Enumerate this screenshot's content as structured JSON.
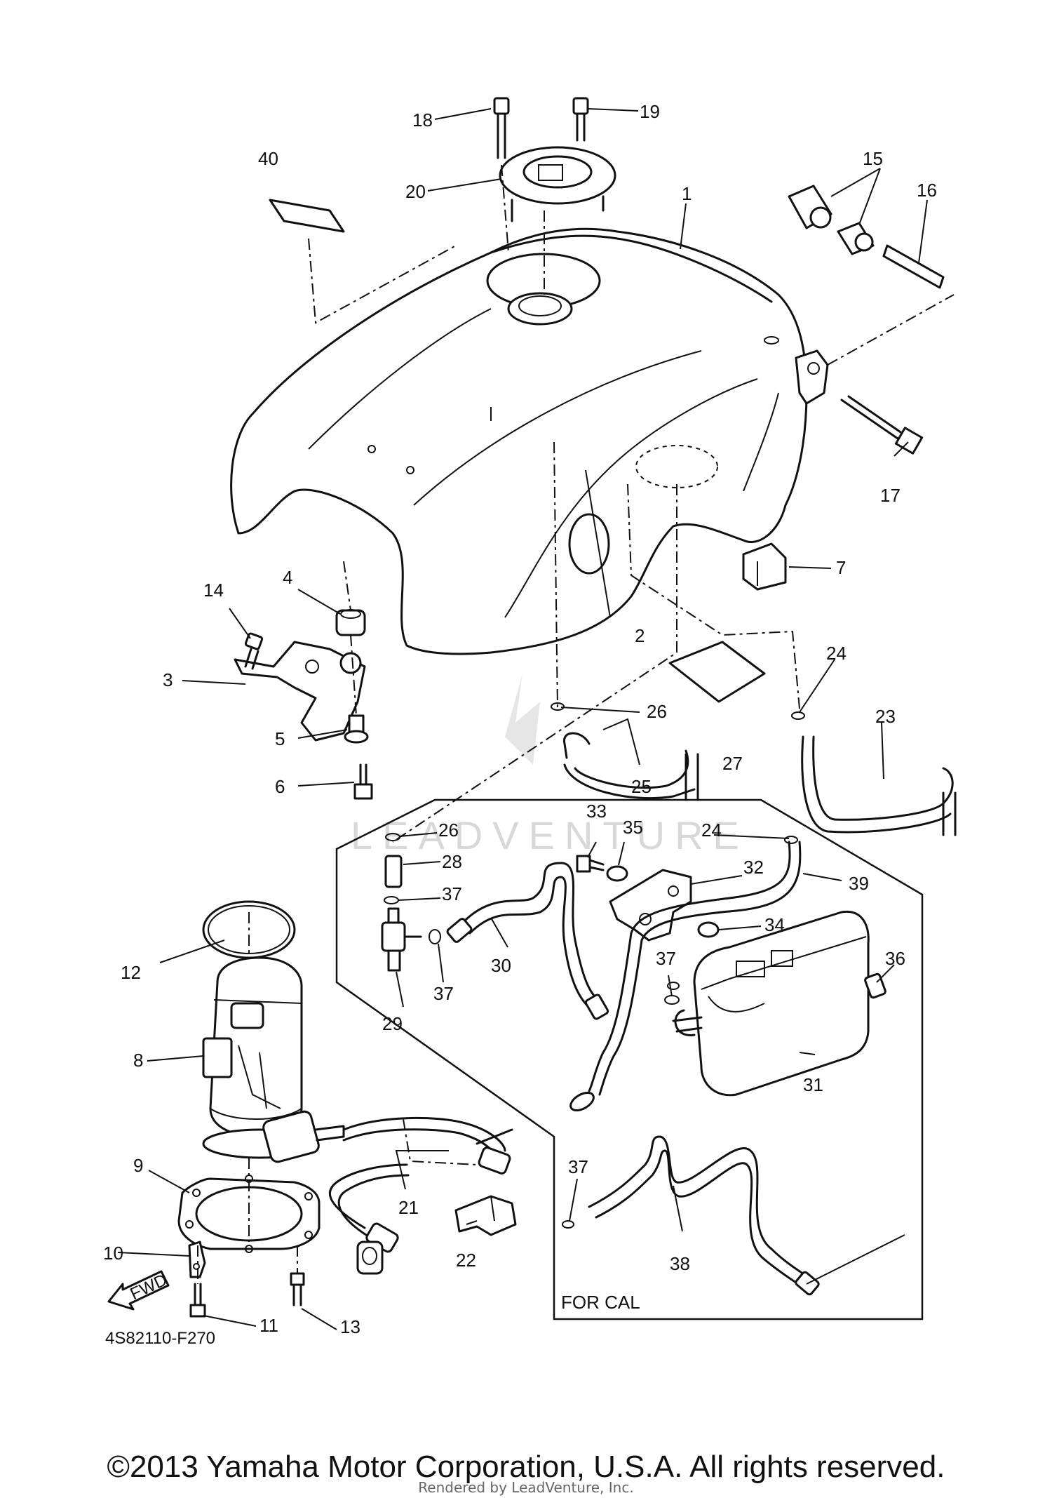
{
  "diagram": {
    "part_code": "4S82110-F270",
    "watermark": "LEADVENTURE",
    "box_label": "FOR CAL",
    "fwd_label": "FWD",
    "callouts": [
      "1",
      "2",
      "3",
      "4",
      "5",
      "6",
      "7",
      "8",
      "9",
      "10",
      "11",
      "12",
      "13",
      "14",
      "15",
      "16",
      "17",
      "18",
      "19",
      "20",
      "21",
      "22",
      "23",
      "24",
      "25",
      "26",
      "27",
      "28",
      "29",
      "30",
      "31",
      "32",
      "33",
      "34",
      "35",
      "36",
      "37",
      "38",
      "39",
      "40"
    ]
  },
  "footer": {
    "copyright": "©2013 Yamaha Motor Corporation, U.S.A. All rights reserved.",
    "rendered_by": "Rendered by LeadVenture, Inc."
  }
}
